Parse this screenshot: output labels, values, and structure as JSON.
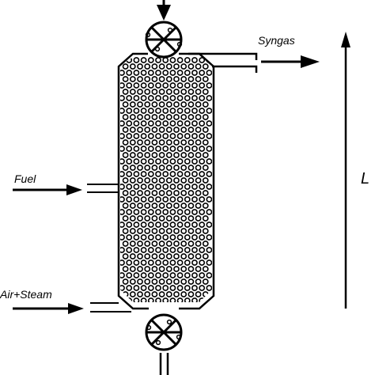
{
  "diagram": {
    "labels": {
      "syngas": "Syngas",
      "fuel": "Fuel",
      "air_steam": "Air+Steam",
      "length": "L"
    },
    "colors": {
      "line": "#000000",
      "fill": "#ffffff"
    }
  }
}
